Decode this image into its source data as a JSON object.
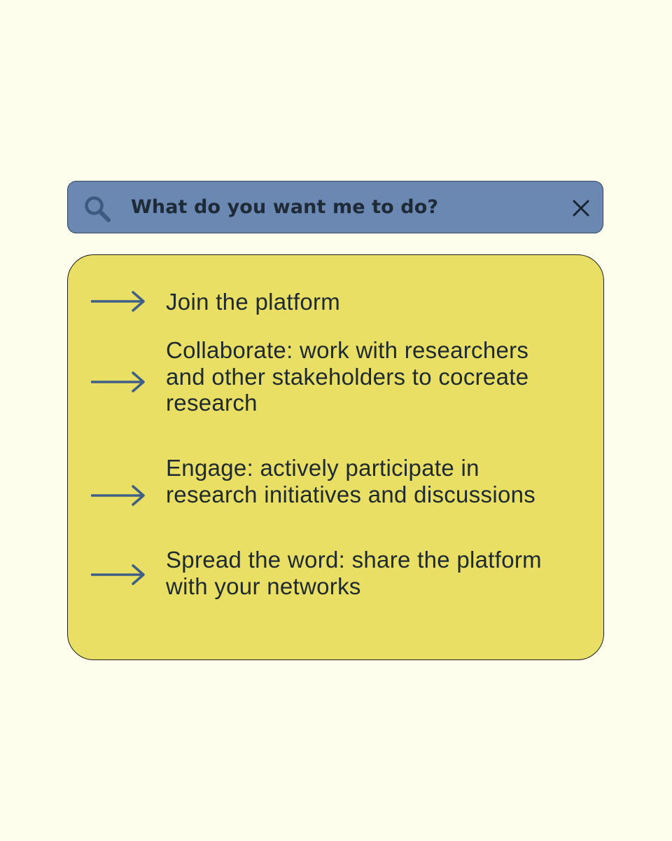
{
  "search": {
    "prompt": "What do you want me to do?",
    "search_icon": "search-icon",
    "close_icon": "close-icon"
  },
  "colors": {
    "background": "#fefeec",
    "search_bar": "#6a88b2",
    "panel": "#e8df64",
    "arrow": "#3f5f86",
    "text": "#1f2a33"
  },
  "options": [
    {
      "icon": "arrow-right-icon",
      "label": "Join the platform"
    },
    {
      "icon": "arrow-right-icon",
      "label": "Collaborate: work with researchers and other stakeholders to cocreate research"
    },
    {
      "icon": "arrow-right-icon",
      "label": "Engage: actively participate in research initiatives and discussions"
    },
    {
      "icon": "arrow-right-icon",
      "label": "Spread the word: share the platform with your networks"
    }
  ]
}
